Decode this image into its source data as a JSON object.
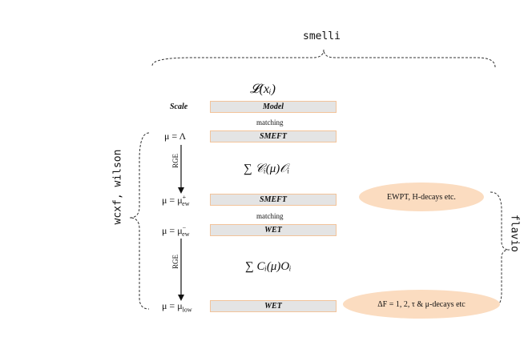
{
  "labels": {
    "smelli": "smelli",
    "wcxf_wilson": "wcxf, wilson",
    "flavio": "flavio",
    "scale": "Scale",
    "matching_top": "matching",
    "matching_mid": "matching",
    "rge_top": "RGE",
    "rge_bottom": "RGE"
  },
  "math": {
    "lagrangian": "𝓛(xᵢ)",
    "sum_smeft": "∑ 𝒞ᵢ(μ)𝒪ᵢ",
    "sum_wet": "∑ Cᵢ(μ)Oᵢ"
  },
  "boxes": {
    "model": "Model",
    "smeft_top": "SMEFT",
    "smeft_ew": "SMEFT",
    "wet_ew": "WET",
    "wet_low": "WET"
  },
  "scales": {
    "lambda": "μ = Λ",
    "ew_plus": "μ = μ",
    "ew_plus_sub": "ew",
    "ew_plus_sup": "+",
    "ew_minus": "μ = μ",
    "ew_minus_sub": "ew",
    "ew_minus_sup": "−",
    "low": "μ = μ",
    "low_sub": "low"
  },
  "ellipses": {
    "ewpt": "EWPT,  H-decays etc.",
    "delta_f": "ΔF = 1, 2,  τ & μ-decays etc"
  },
  "colors": {
    "box_fill": "#e4e4e4",
    "box_border": "#f2c39a",
    "ellipse_fill": "#fbdcc0"
  }
}
